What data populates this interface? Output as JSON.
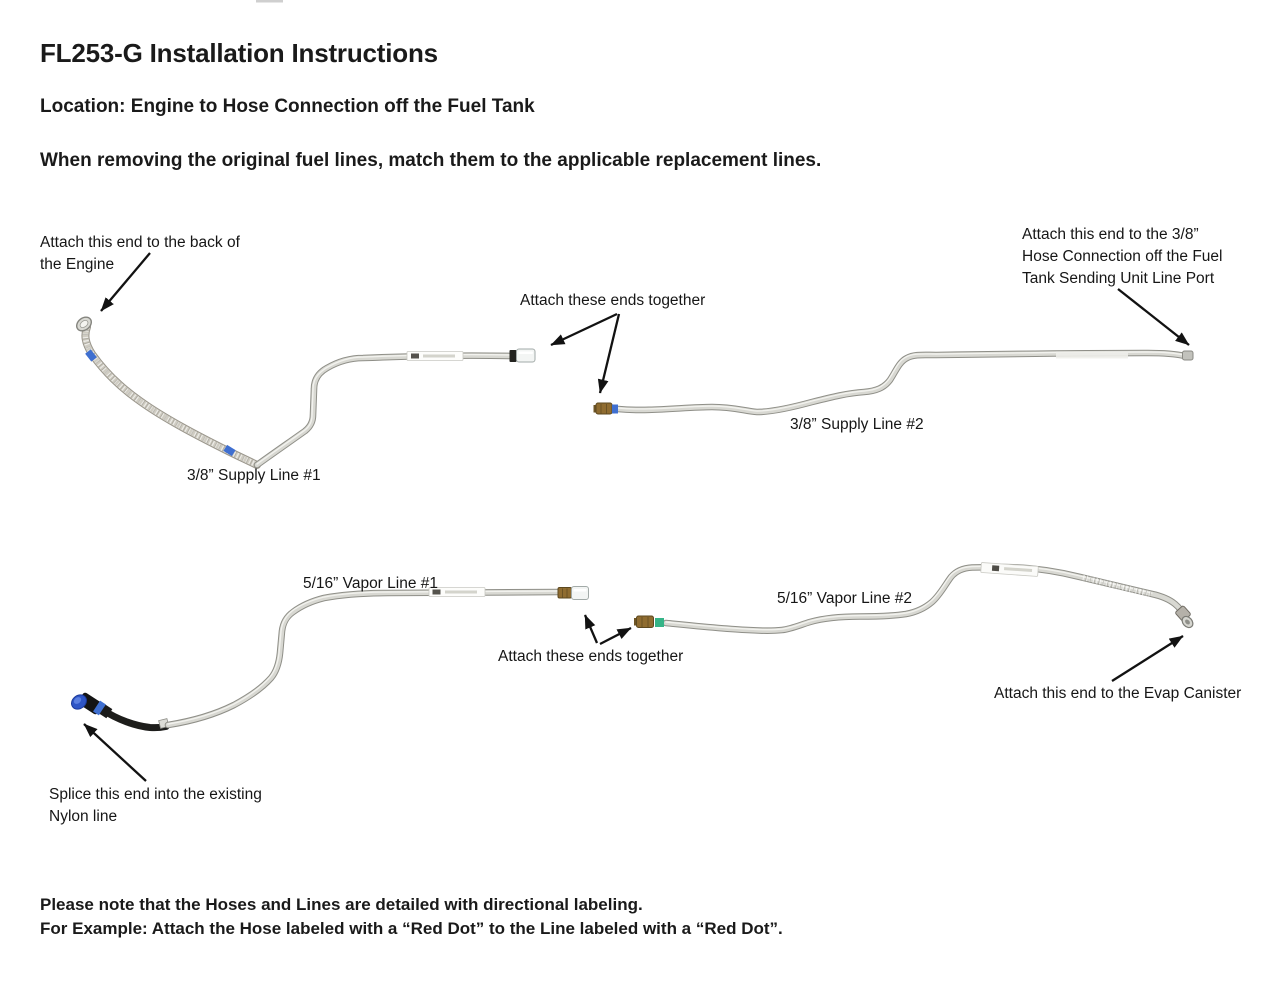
{
  "page": {
    "title": "FL253-G Installation Instructions",
    "location_line": "Location: Engine to Hose Connection off the Fuel Tank",
    "instruction_line": "When removing the original fuel lines, match them to the applicable replacement lines.",
    "note_line1": "Please note that the Hoses and Lines are detailed with directional labeling.",
    "note_line2": "For Example: Attach the Hose labeled with a “Red Dot” to the Line labeled with a “Red Dot”."
  },
  "annotations": {
    "engine": {
      "line1": "Attach this end to the back of",
      "line2": "the Engine"
    },
    "attach_top": "Attach these ends together",
    "tank_port": {
      "line1": "Attach this end to the 3/8”",
      "line2": "Hose Connection off the Fuel",
      "line3": "Tank Sending Unit Line Port"
    },
    "supply1": "3/8” Supply Line #1",
    "supply2": "3/8” Supply Line #2",
    "vapor1": "5/16” Vapor Line #1",
    "vapor2": "5/16” Vapor Line #2",
    "attach_bottom": "Attach these ends together",
    "evap": "Attach this end to the Evap Canister",
    "splice": {
      "line1": "Splice this end into the existing",
      "line2": "Nylon line"
    }
  },
  "colors": {
    "blue_band": "#3f6fd0",
    "green_band": "#35b487",
    "brass": "#8f6c30",
    "text": "#1a1a1a"
  }
}
